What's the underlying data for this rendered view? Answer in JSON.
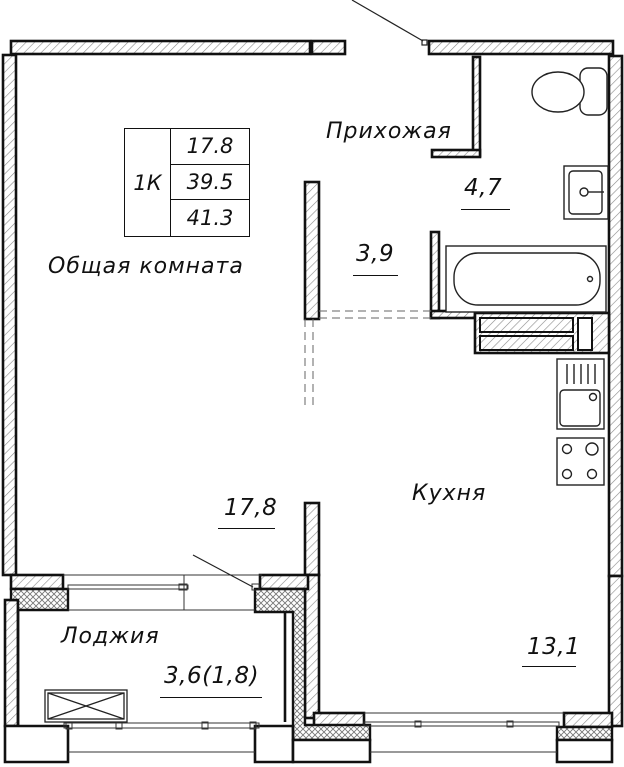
{
  "plan": {
    "apartment_type": "1К",
    "summary": {
      "living_area": "17.8",
      "total_area": "39.5",
      "total_area_with_loggia": "41.3"
    },
    "rooms": [
      {
        "id": "living",
        "name": "Общая комната",
        "area": "17,8"
      },
      {
        "id": "hall",
        "name": "Прихожая",
        "area": "3,9"
      },
      {
        "id": "bathroom",
        "name": "",
        "area": "4,7"
      },
      {
        "id": "kitchen",
        "name": "Кухня",
        "area": "13,1"
      },
      {
        "id": "loggia",
        "name": "Лоджия",
        "area": "3,6(1,8)"
      }
    ],
    "fixtures": [
      "toilet-icon",
      "washbasin-icon",
      "bathtub-icon",
      "ventilation-shaft-icon",
      "kitchen-sink-icon",
      "stove-icon",
      "radiator-icon"
    ],
    "colors": {
      "line": "#111111",
      "hatch": "#8a8a8a",
      "background": "#ffffff"
    }
  }
}
